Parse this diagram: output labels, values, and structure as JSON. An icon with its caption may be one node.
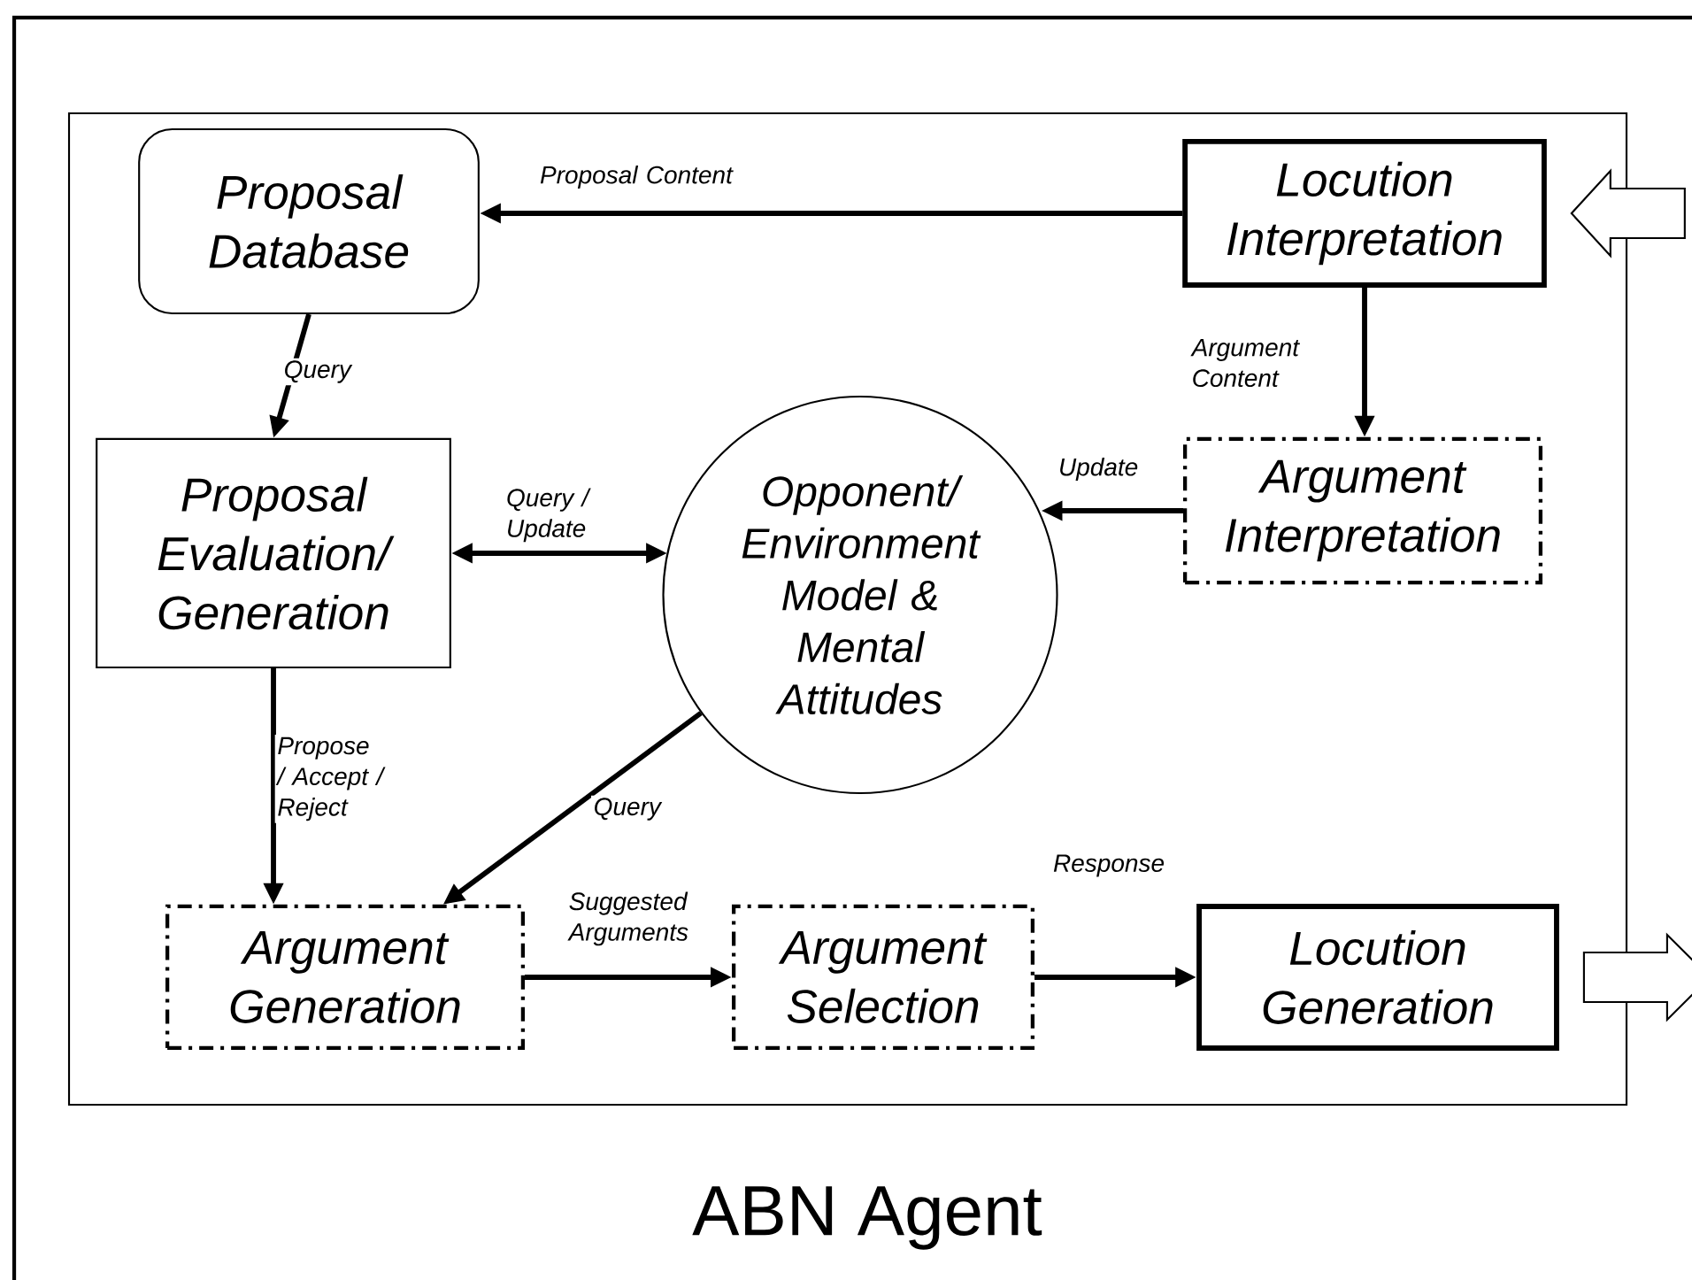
{
  "diagram": {
    "title": "ABN Agent",
    "nodes": [
      {
        "text": [
          "Proposal Database"
        ]
      },
      {
        "text": [
          "Locution Interpretation"
        ]
      },
      {
        "text": [
          "Proposal Evaluation/ Generation"
        ]
      },
      {
        "text": [
          "Opponent/ Environment Model & Mental Attitudes"
        ]
      },
      {
        "text": [
          "Argument Interpretation"
        ]
      },
      {
        "text": [
          "Argument Generation"
        ]
      },
      {
        "text": [
          "Argument Selection"
        ]
      },
      {
        "text": [
          "Locution Generation"
        ]
      }
    ],
    "edges": [
      {
        "from": 1,
        "to": 0,
        "arrow": "to",
        "label": "Proposal Content"
      },
      {
        "from": 0,
        "to": 2,
        "arrow": "to",
        "label": "Query"
      },
      {
        "from": 1,
        "to": 4,
        "arrow": "to",
        "label": "Argument Content"
      },
      {
        "from": 2,
        "to": 3,
        "arrow": "both",
        "label": "Query / Update"
      },
      {
        "from": 4,
        "to": 3,
        "arrow": "to",
        "label": "Update"
      },
      {
        "from": 2,
        "to": 5,
        "arrow": "to",
        "label": "Propose / Accept / Reject"
      },
      {
        "from": 3,
        "to": 5,
        "arrow": "to",
        "label": "Query"
      },
      {
        "from": 5,
        "to": 6,
        "arrow": "to",
        "label": "Suggested Arguments"
      },
      {
        "from": 6,
        "to": 7,
        "arrow": "to",
        "label": "Response"
      },
      {
        "from": null,
        "to": 1,
        "arrow": "to"
      },
      {
        "from": 7,
        "to": null,
        "arrow": "to"
      }
    ]
  }
}
